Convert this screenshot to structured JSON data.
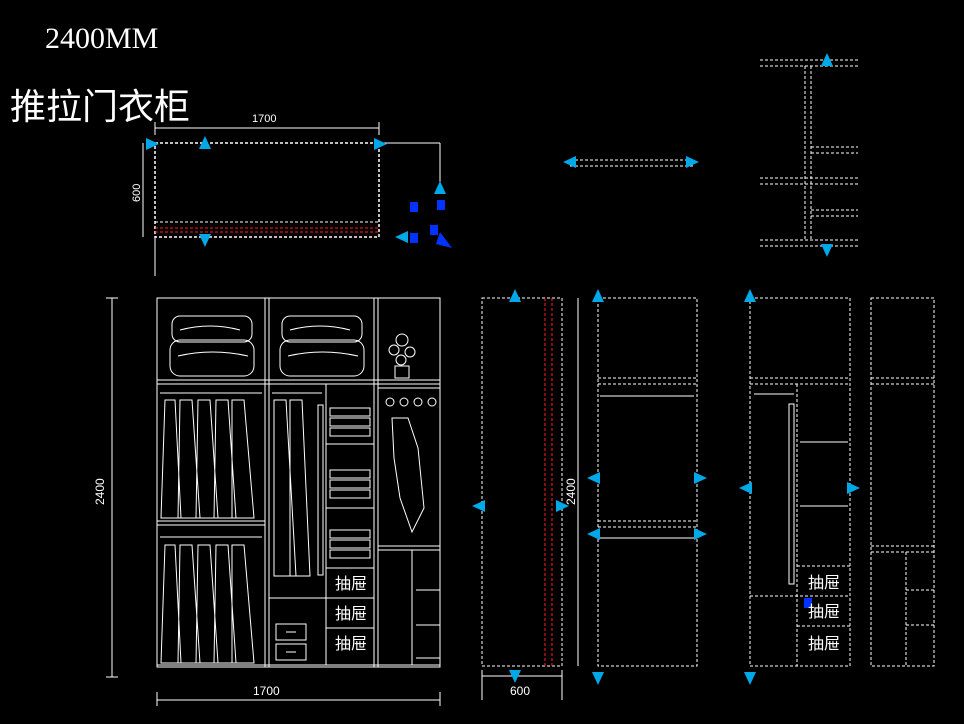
{
  "header": {
    "size_title": "2400MM",
    "name_title": "推拉门衣柜"
  },
  "dimensions": {
    "plan_width": "1700",
    "plan_depth": "600",
    "elevation_height": "2400",
    "elevation_width": "1700",
    "side_depth": "600",
    "side_height": "2400"
  },
  "labels": {
    "drawer": "抽屉"
  },
  "colors": {
    "background": "#000000",
    "lines": "#ffffff",
    "grip": "#00a8e8",
    "grip_blue": "#0033ff",
    "red_line": "#ff2020"
  }
}
